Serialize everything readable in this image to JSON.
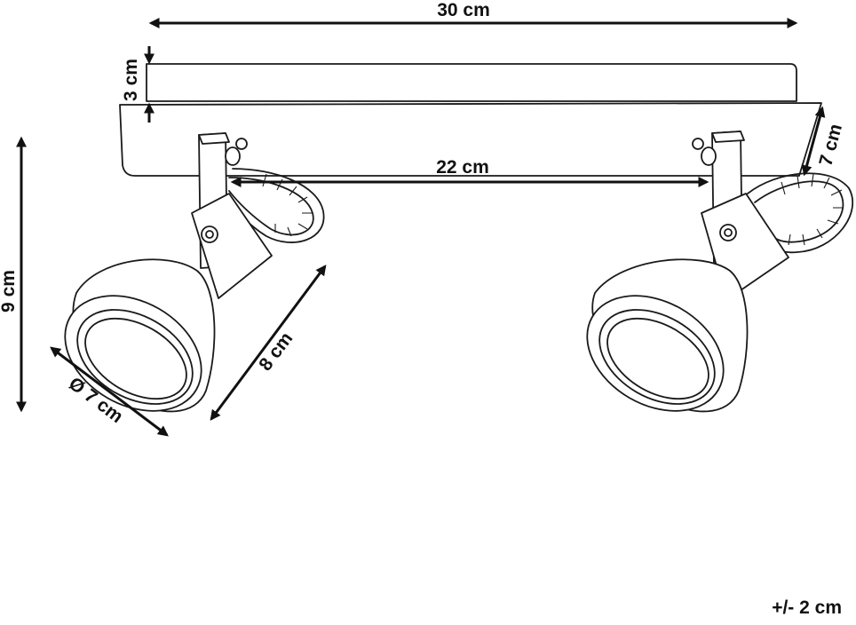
{
  "dimensions": {
    "total_width": "30 cm",
    "base_height": "3 cm",
    "base_depth": "7 cm",
    "spot_spacing": "22 cm",
    "total_height": "9 cm",
    "shade_diameter": "Ø 7 cm",
    "shade_length": "8 cm"
  },
  "tolerance": "+/- 2 cm"
}
